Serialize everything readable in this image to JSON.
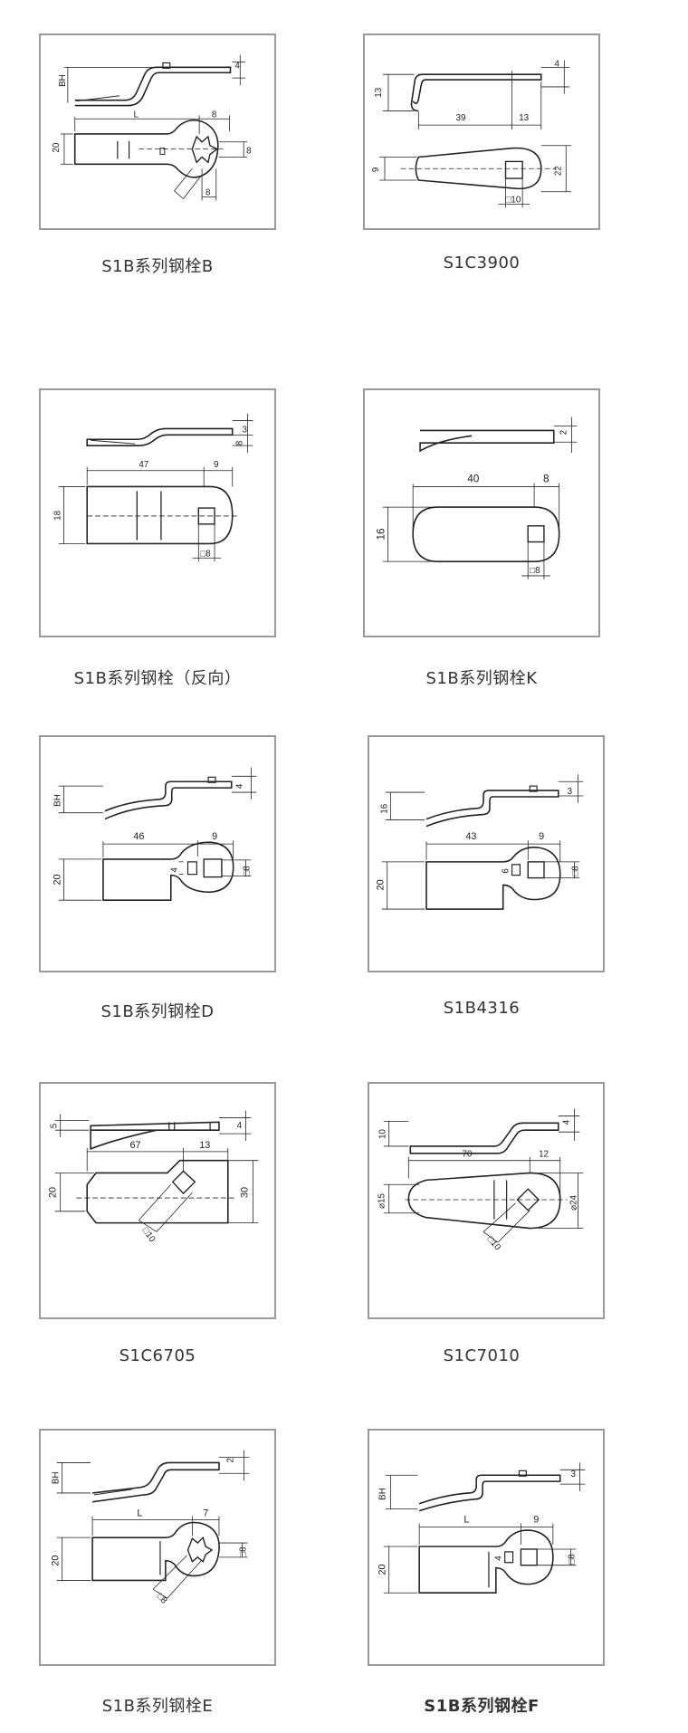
{
  "parts": [
    {
      "caption": "S1B系列钢栓B",
      "dims": {
        "bh": "BH",
        "t": "4",
        "l": "L",
        "a": "8",
        "h": "20",
        "s": "8",
        "d": "8"
      }
    },
    {
      "caption": "S1C3900",
      "dims": {
        "h": "13",
        "t": "4",
        "l1": "39",
        "l2": "13",
        "w1": "9",
        "w2": "22",
        "sq": "□10"
      }
    },
    {
      "caption": "S1B系列钢栓（反向）",
      "dims": {
        "t": "3",
        "h": "8",
        "l": "47",
        "a": "9",
        "w": "18",
        "sq": "□8"
      }
    },
    {
      "caption": "S1B系列钢栓K",
      "dims": {
        "t": "2",
        "l": "40",
        "a": "8",
        "w": "16",
        "sq": "□8"
      }
    },
    {
      "caption": "S1B系列钢栓D",
      "dims": {
        "bh": "BH",
        "t": "4",
        "l": "46",
        "a": "9",
        "w": "20",
        "s": "4",
        "sq": "□8"
      }
    },
    {
      "caption": "S1B4316",
      "dims": {
        "h": "16",
        "t": "3",
        "l": "43",
        "a": "9",
        "w": "20",
        "s": "6",
        "sq": "□8"
      }
    },
    {
      "caption": "S1C6705",
      "dims": {
        "h": "5",
        "t": "4",
        "l": "67",
        "a": "13",
        "w1": "20",
        "w2": "30",
        "sq": "□10"
      }
    },
    {
      "caption": "S1C7010",
      "dims": {
        "h": "10",
        "t": "4",
        "l": "70",
        "a": "12",
        "w1": "⌀15",
        "w2": "⌀24",
        "sq": "□10"
      }
    },
    {
      "caption": "S1B系列钢栓E",
      "dims": {
        "bh": "BH",
        "t": "2",
        "l": "L",
        "a": "7",
        "w": "20",
        "d": "□8",
        "sq": "□8"
      }
    },
    {
      "caption": "S1B系列钢栓F",
      "dims": {
        "bh": "BH",
        "t": "3",
        "l": "L",
        "a": "9",
        "w": "20",
        "s": "4",
        "sq": "□8"
      }
    }
  ],
  "colors": {
    "frame": "#9a9a9a",
    "line": "#222222",
    "caption": "#333333"
  }
}
